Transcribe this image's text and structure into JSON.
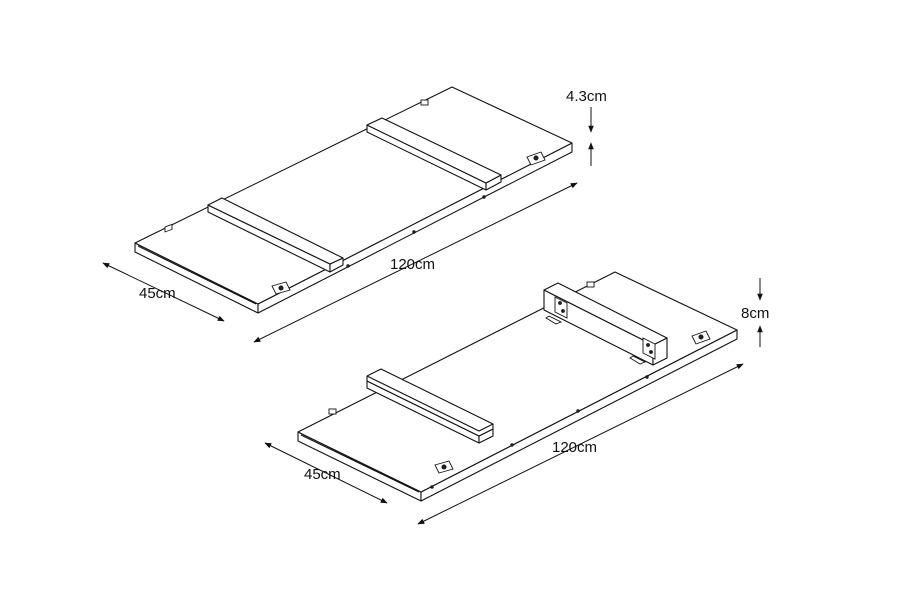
{
  "diagram": {
    "upper_board": {
      "length_label": "120cm",
      "width_label": "45cm",
      "height_label": "4.3cm"
    },
    "lower_board": {
      "length_label": "120cm",
      "width_label": "45cm",
      "height_label": "8cm"
    },
    "colors": {
      "line": "#111111",
      "background": "#ffffff"
    }
  }
}
